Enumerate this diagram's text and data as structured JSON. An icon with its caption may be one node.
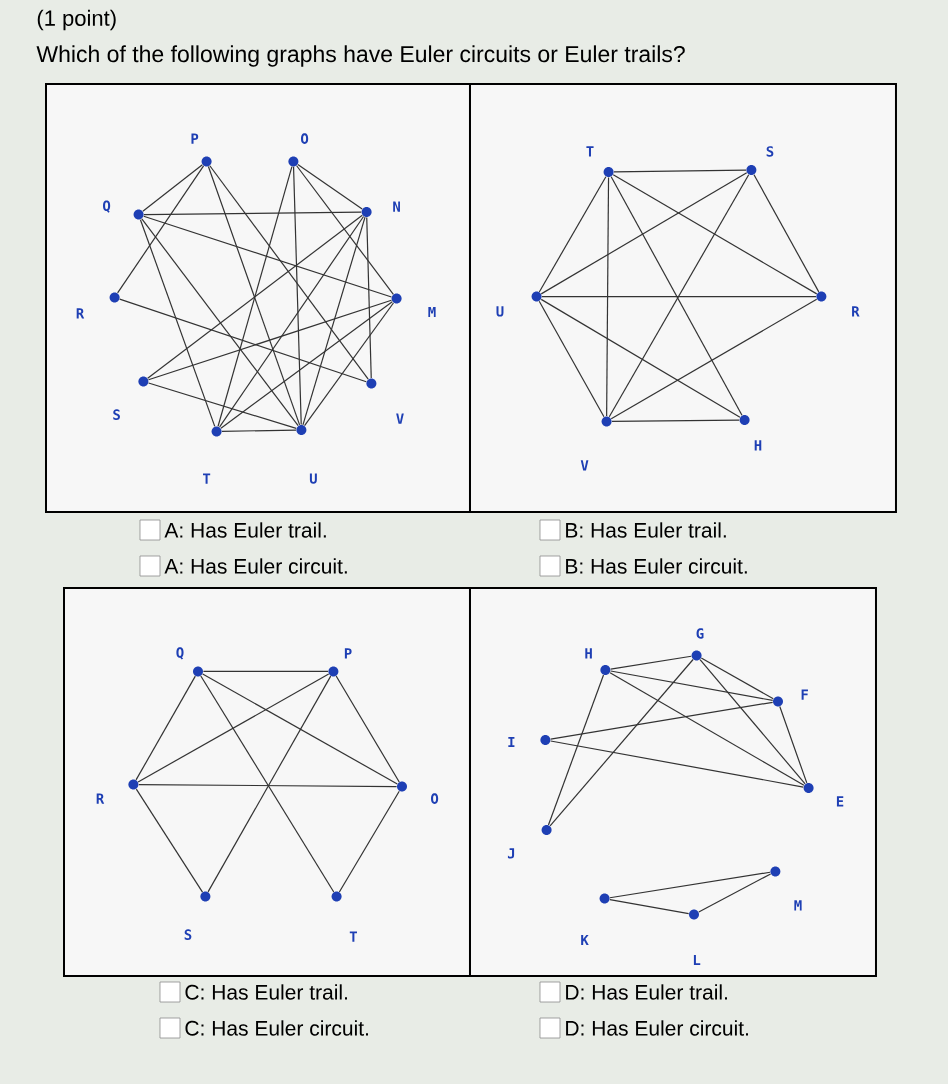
{
  "diagram": {
    "title": "Which of the following graphs have Euler circuits or Euler trails?",
    "nodes": [
      {
        "text": [],
        "shape": "circle",
        "beside": [
          "P"
        ]
      },
      {
        "text": [],
        "shape": "circle",
        "beside": [
          "O"
        ]
      },
      {
        "text": [],
        "shape": "circle",
        "beside": [
          "N"
        ]
      },
      {
        "text": [],
        "shape": "circle",
        "beside": [
          "M"
        ]
      },
      {
        "text": [],
        "shape": "circle",
        "beside": [
          "V"
        ]
      },
      {
        "text": [],
        "shape": "circle",
        "beside": [
          "U"
        ]
      },
      {
        "text": [],
        "shape": "circle",
        "beside": [
          "T"
        ]
      },
      {
        "text": [],
        "shape": "circle",
        "beside": [
          "S"
        ]
      },
      {
        "text": [],
        "shape": "circle",
        "beside": [
          "R"
        ]
      },
      {
        "text": [],
        "shape": "circle",
        "beside": [
          "Q"
        ]
      },
      {
        "text": [],
        "shape": "circle",
        "beside": [
          "T"
        ]
      },
      {
        "text": [],
        "shape": "circle",
        "beside": [
          "S"
        ]
      },
      {
        "text": [],
        "shape": "circle",
        "beside": [
          "R"
        ]
      },
      {
        "text": [],
        "shape": "circle",
        "beside": [
          "H"
        ]
      },
      {
        "text": [],
        "shape": "circle",
        "beside": [
          "V"
        ]
      },
      {
        "text": [],
        "shape": "circle",
        "beside": [
          "U"
        ]
      },
      {
        "text": [],
        "shape": "circle",
        "beside": [
          "Q"
        ]
      },
      {
        "text": [],
        "shape": "circle",
        "beside": [
          "P"
        ]
      },
      {
        "text": [],
        "shape": "circle",
        "beside": [
          "O"
        ]
      },
      {
        "text": [],
        "shape": "circle",
        "beside": [
          "T"
        ]
      },
      {
        "text": [],
        "shape": "circle",
        "beside": [
          "S"
        ]
      },
      {
        "text": [],
        "shape": "circle",
        "beside": [
          "R"
        ]
      },
      {
        "text": [],
        "shape": "circle",
        "beside": [
          "G"
        ]
      },
      {
        "text": [],
        "shape": "circle",
        "beside": [
          "H"
        ]
      },
      {
        "text": [],
        "shape": "circle",
        "beside": [
          "F"
        ]
      },
      {
        "text": [],
        "shape": "circle",
        "beside": [
          "I"
        ]
      },
      {
        "text": [],
        "shape": "circle",
        "beside": [
          "E"
        ]
      },
      {
        "text": [],
        "shape": "circle",
        "beside": [
          "J"
        ]
      },
      {
        "text": [],
        "shape": "circle",
        "beside": [
          "M"
        ]
      },
      {
        "text": [],
        "shape": "circle",
        "beside": [
          "K"
        ]
      },
      {
        "text": [],
        "shape": "circle",
        "beside": [
          "L"
        ]
      }
    ],
    "edges": [
      {
        "from": 0,
        "to": 9,
        "arrow": "none"
      },
      {
        "from": 0,
        "to": 8,
        "arrow": "none"
      },
      {
        "from": 0,
        "to": 5,
        "arrow": "none"
      },
      {
        "from": 0,
        "to": 4,
        "arrow": "none"
      },
      {
        "from": 1,
        "to": 2,
        "arrow": "none"
      },
      {
        "from": 1,
        "to": 5,
        "arrow": "none"
      },
      {
        "from": 1,
        "to": 6,
        "arrow": "none"
      },
      {
        "from": 1,
        "to": 3,
        "arrow": "none"
      },
      {
        "from": 9,
        "to": 2,
        "arrow": "none"
      },
      {
        "from": 9,
        "to": 3,
        "arrow": "none"
      },
      {
        "from": 9,
        "to": 6,
        "arrow": "none"
      },
      {
        "from": 9,
        "to": 5,
        "arrow": "none"
      },
      {
        "from": 2,
        "to": 7,
        "arrow": "none"
      },
      {
        "from": 2,
        "to": 6,
        "arrow": "none"
      },
      {
        "from": 2,
        "to": 5,
        "arrow": "none"
      },
      {
        "from": 2,
        "to": 4,
        "arrow": "none"
      },
      {
        "from": 3,
        "to": 7,
        "arrow": "none"
      },
      {
        "from": 3,
        "to": 6,
        "arrow": "none"
      },
      {
        "from": 3,
        "to": 5,
        "arrow": "none"
      },
      {
        "from": 8,
        "to": 4,
        "arrow": "none"
      },
      {
        "from": 7,
        "to": 5,
        "arrow": "none"
      },
      {
        "from": 6,
        "to": 5,
        "arrow": "none"
      },
      {
        "from": 10,
        "to": 11,
        "arrow": "none"
      },
      {
        "from": 10,
        "to": 15,
        "arrow": "none"
      },
      {
        "from": 10,
        "to": 14,
        "arrow": "none"
      },
      {
        "from": 10,
        "to": 12,
        "arrow": "none"
      },
      {
        "from": 10,
        "to": 13,
        "arrow": "none"
      },
      {
        "from": 11,
        "to": 15,
        "arrow": "none"
      },
      {
        "from": 11,
        "to": 14,
        "arrow": "none"
      },
      {
        "from": 11,
        "to": 12,
        "arrow": "none"
      },
      {
        "from": 15,
        "to": 12,
        "arrow": "none"
      },
      {
        "from": 15,
        "to": 14,
        "arrow": "none"
      },
      {
        "from": 15,
        "to": 13,
        "arrow": "none"
      },
      {
        "from": 14,
        "to": 12,
        "arrow": "none"
      },
      {
        "from": 14,
        "to": 13,
        "arrow": "none"
      },
      {
        "from": 16,
        "to": 17,
        "arrow": "none"
      },
      {
        "from": 16,
        "to": 21,
        "arrow": "none"
      },
      {
        "from": 16,
        "to": 18,
        "arrow": "none"
      },
      {
        "from": 16,
        "to": 19,
        "arrow": "none"
      },
      {
        "from": 17,
        "to": 21,
        "arrow": "none"
      },
      {
        "from": 17,
        "to": 20,
        "arrow": "none"
      },
      {
        "from": 17,
        "to": 18,
        "arrow": "none"
      },
      {
        "from": 21,
        "to": 18,
        "arrow": "none"
      },
      {
        "from": 21,
        "to": 20,
        "arrow": "none"
      },
      {
        "from": 18,
        "to": 19,
        "arrow": "none"
      },
      {
        "from": 23,
        "to": 22,
        "arrow": "none"
      },
      {
        "from": 23,
        "to": 24,
        "arrow": "none"
      },
      {
        "from": 23,
        "to": 26,
        "arrow": "none"
      },
      {
        "from": 23,
        "to": 27,
        "arrow": "none"
      },
      {
        "from": 22,
        "to": 24,
        "arrow": "none"
      },
      {
        "from": 22,
        "to": 26,
        "arrow": "none"
      },
      {
        "from": 22,
        "to": 27,
        "arrow": "none"
      },
      {
        "from": 24,
        "to": 25,
        "arrow": "none"
      },
      {
        "from": 24,
        "to": 26,
        "arrow": "none"
      },
      {
        "from": 25,
        "to": 26,
        "arrow": "none"
      },
      {
        "from": 29,
        "to": 28,
        "arrow": "none"
      },
      {
        "from": 29,
        "to": 30,
        "arrow": "none"
      },
      {
        "from": 30,
        "to": 28,
        "arrow": "none"
      }
    ],
    "labels": [
      "(1 point)",
      "A: Has Euler trail.",
      "B: Has Euler trail.",
      "A: Has Euler circuit.",
      "B: Has Euler circuit.",
      "C: Has Euler trail.",
      "D: Has Euler trail.",
      "C: Has Euler circuit.",
      "D: Has Euler circuit."
    ]
  }
}
